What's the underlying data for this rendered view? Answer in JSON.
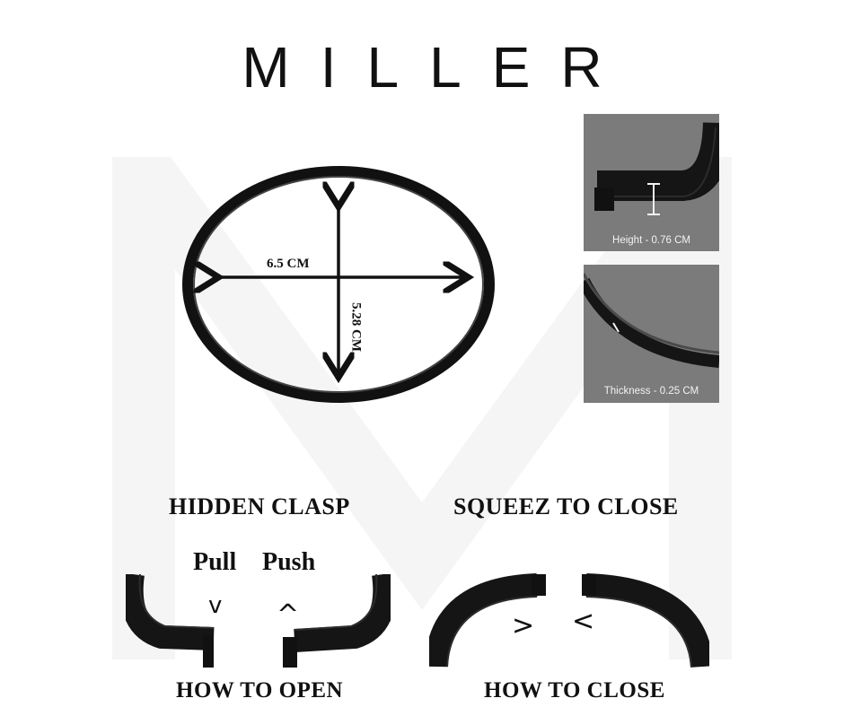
{
  "brand": "MILLER",
  "diagram": {
    "width_label": "6.5 CM",
    "height_label": "5.28 CM"
  },
  "cards": {
    "height_label": "Height - 0.76 CM",
    "thickness_label": "Thickness - 0.25 CM"
  },
  "sections": {
    "hidden_clasp": "HIDDEN CLASP",
    "squeeze": "SQUEEZ TO CLOSE",
    "pull": "Pull",
    "push": "Push",
    "pull_arrow": "v",
    "push_arrow": "^",
    "close_left_arrow": ">",
    "close_right_arrow": "<",
    "how_to_open": "HOW TO OPEN",
    "how_to_close": "HOW TO CLOSE"
  },
  "colors": {
    "background": "#ffffff",
    "ink": "#111111",
    "card": "#7b7b7b",
    "watermark": "#f4f4f4"
  }
}
